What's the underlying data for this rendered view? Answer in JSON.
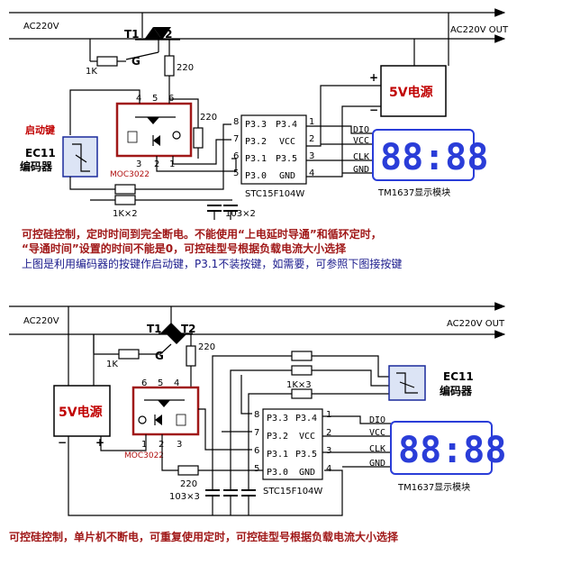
{
  "circuit1": {
    "ac_in": "AC220V",
    "ac_out": "AC220V OUT",
    "t1": "T1",
    "t2": "T2",
    "gate": "G",
    "r_1k": "1K",
    "r_220a": "220",
    "r_220b": "220",
    "psu": "5V电源",
    "plus": "+",
    "minus": "−",
    "start_key": "启动键",
    "ec11_line1": "EC11",
    "ec11_line2": "编码器",
    "moc": "MOC3022",
    "moc_pins": [
      "4",
      "5",
      "6",
      "3",
      "2",
      "1"
    ],
    "mcu_pins_left": [
      "8",
      "7",
      "6",
      "5"
    ],
    "mcu_pins_right": [
      "1",
      "2",
      "3",
      "4"
    ],
    "mcu_left": [
      "P3.3",
      "P3.2",
      "P3.1",
      "P3.0"
    ],
    "mcu_right": [
      "P3.4",
      "VCC",
      "P3.5",
      "GND"
    ],
    "mcu_name": "STC15F104W",
    "bus": [
      "DIO",
      "VCC",
      "CLK",
      "GND"
    ],
    "display": "88:88",
    "display_name": "TM1637显示模块",
    "r_1kx2": "1K×2",
    "c_103x2": "103×2"
  },
  "notes1": {
    "line1": "可控硅控制，定时时间到完全断电。不能使用“上电延时导通”和循环定时，",
    "line2": "“导通时间”设置的时间不能是0，可控硅型号根据负载电流大小选择",
    "line3": "上图是利用编码器的按键作启动键，P3.1不装按键，如需要，可参照下图接按键"
  },
  "circuit2": {
    "ac_in": "AC220V",
    "ac_out": "AC220V OUT",
    "t1": "T1",
    "t2": "T2",
    "gate": "G",
    "r_1k": "1K",
    "r_220a": "220",
    "r_220b": "220",
    "psu": "5V电源",
    "plus": "+",
    "minus": "−",
    "ec11_line1": "EC11",
    "ec11_line2": "编码器",
    "moc": "MOC3022",
    "moc_pins": [
      "6",
      "5",
      "4",
      "1",
      "2",
      "3"
    ],
    "mcu_pins_left": [
      "8",
      "7",
      "6",
      "5"
    ],
    "mcu_pins_right": [
      "1",
      "2",
      "3",
      "4"
    ],
    "mcu_left": [
      "P3.3",
      "P3.2",
      "P3.1",
      "P3.0"
    ],
    "mcu_right": [
      "P3.4",
      "VCC",
      "P3.5",
      "GND"
    ],
    "mcu_name": "STC15F104W",
    "bus": [
      "DIO",
      "VCC",
      "CLK",
      "GND"
    ],
    "display": "88:88",
    "display_name": "TM1637显示模块",
    "r_1kx3": "1K×3",
    "c_103x3": "103×3"
  },
  "notes2": {
    "line1": "可控硅控制，单片机不断电，可重复使用定时，可控硅型号根据负载电流大小选择"
  },
  "colors": {
    "moc_box": "#a01818",
    "psu_box": "#000000",
    "display_border": "#2a3dd8",
    "display_digits": "#2a3dd8",
    "ec11_fill": "#dce4f5",
    "ec11_border": "#1a2a9c",
    "note_red": "#a01818",
    "note_blue": "#1a1a8c"
  }
}
